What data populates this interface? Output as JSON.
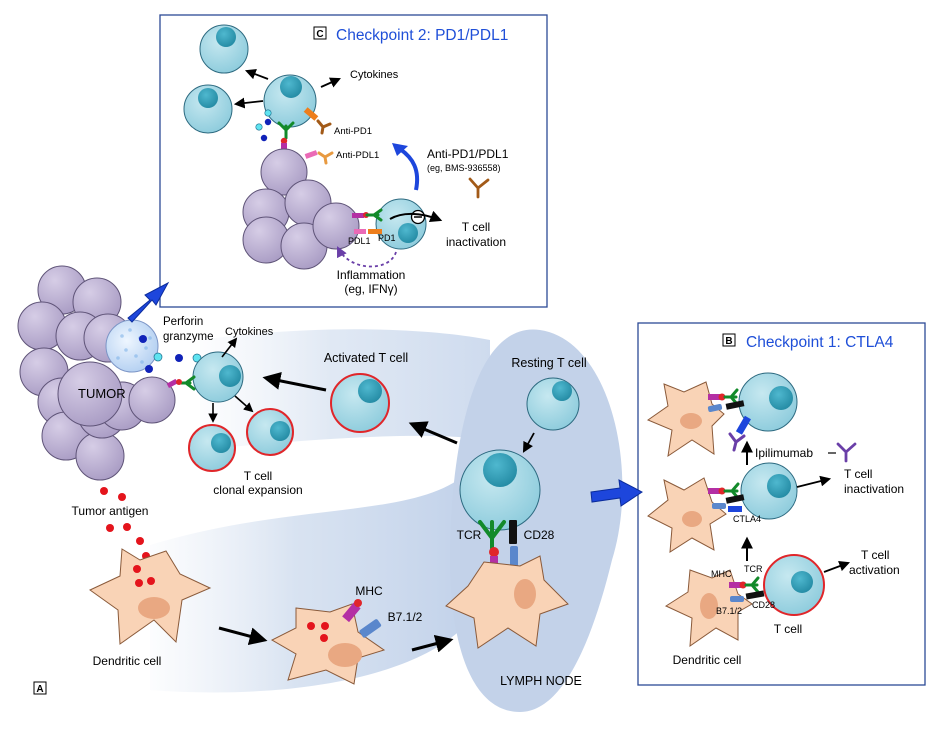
{
  "panel_a": {
    "marker": "A",
    "tumor": "TUMOR",
    "perforin": "Perforin",
    "granzyme": "granzyme",
    "cytokines": "Cytokines",
    "activated_t_cell": "Activated T cell",
    "resting_t_cell": "Resting T cell",
    "clonal_expansion_1": "T cell",
    "clonal_expansion_2": "clonal expansion",
    "tumor_antigen": "Tumor antigen",
    "dendritic_cell": "Dendritic cell",
    "mhc": "MHC",
    "b7": "B7.1/2",
    "tcr": "TCR",
    "cd28": "CD28",
    "lymph_node": "LYMPH NODE"
  },
  "panel_c": {
    "marker": "C",
    "title": "Checkpoint 2: PD1/PDL1",
    "cytokines": "Cytokines",
    "anti_pd1": "Anti-PD1",
    "anti_pdl1": "Anti-PDL1",
    "drug_label": "Anti-PD1/PDL1",
    "drug_example": "(eg, BMS-936558)",
    "pdl1": "PDL1",
    "pd1": "PD1",
    "inactivation_1": "T cell",
    "inactivation_2": "inactivation",
    "inflammation_1": "Inflammation",
    "inflammation_2": "(eg, IFNγ)"
  },
  "panel_b": {
    "marker": "B",
    "title": "Checkpoint 1: CTLA4",
    "ipilimumab": "Ipilimumab",
    "inactivation_1": "T cell",
    "inactivation_2": "inactivation",
    "ctla4": "CTLA4",
    "mhc": "MHC",
    "tcr": "TCR",
    "b7": "B7.1/2",
    "cd28": "CD28",
    "activation_1": "T cell",
    "activation_2": "activation",
    "t_cell": "T cell",
    "dendritic_cell": "Dendritic cell"
  },
  "colors": {
    "panel_border": "#2c4a96",
    "title_blue": "#1f4fd8",
    "t_cell": "#9fd4e2",
    "t_cell_nucleus": "#2f9fb8",
    "tumor_cell": "#c2b7d6",
    "dendritic": "#f9d3b6",
    "activated_ring": "#e0262a",
    "arrow_blue": "#1d46dc",
    "lymph_bg": "#c5d4ea"
  }
}
